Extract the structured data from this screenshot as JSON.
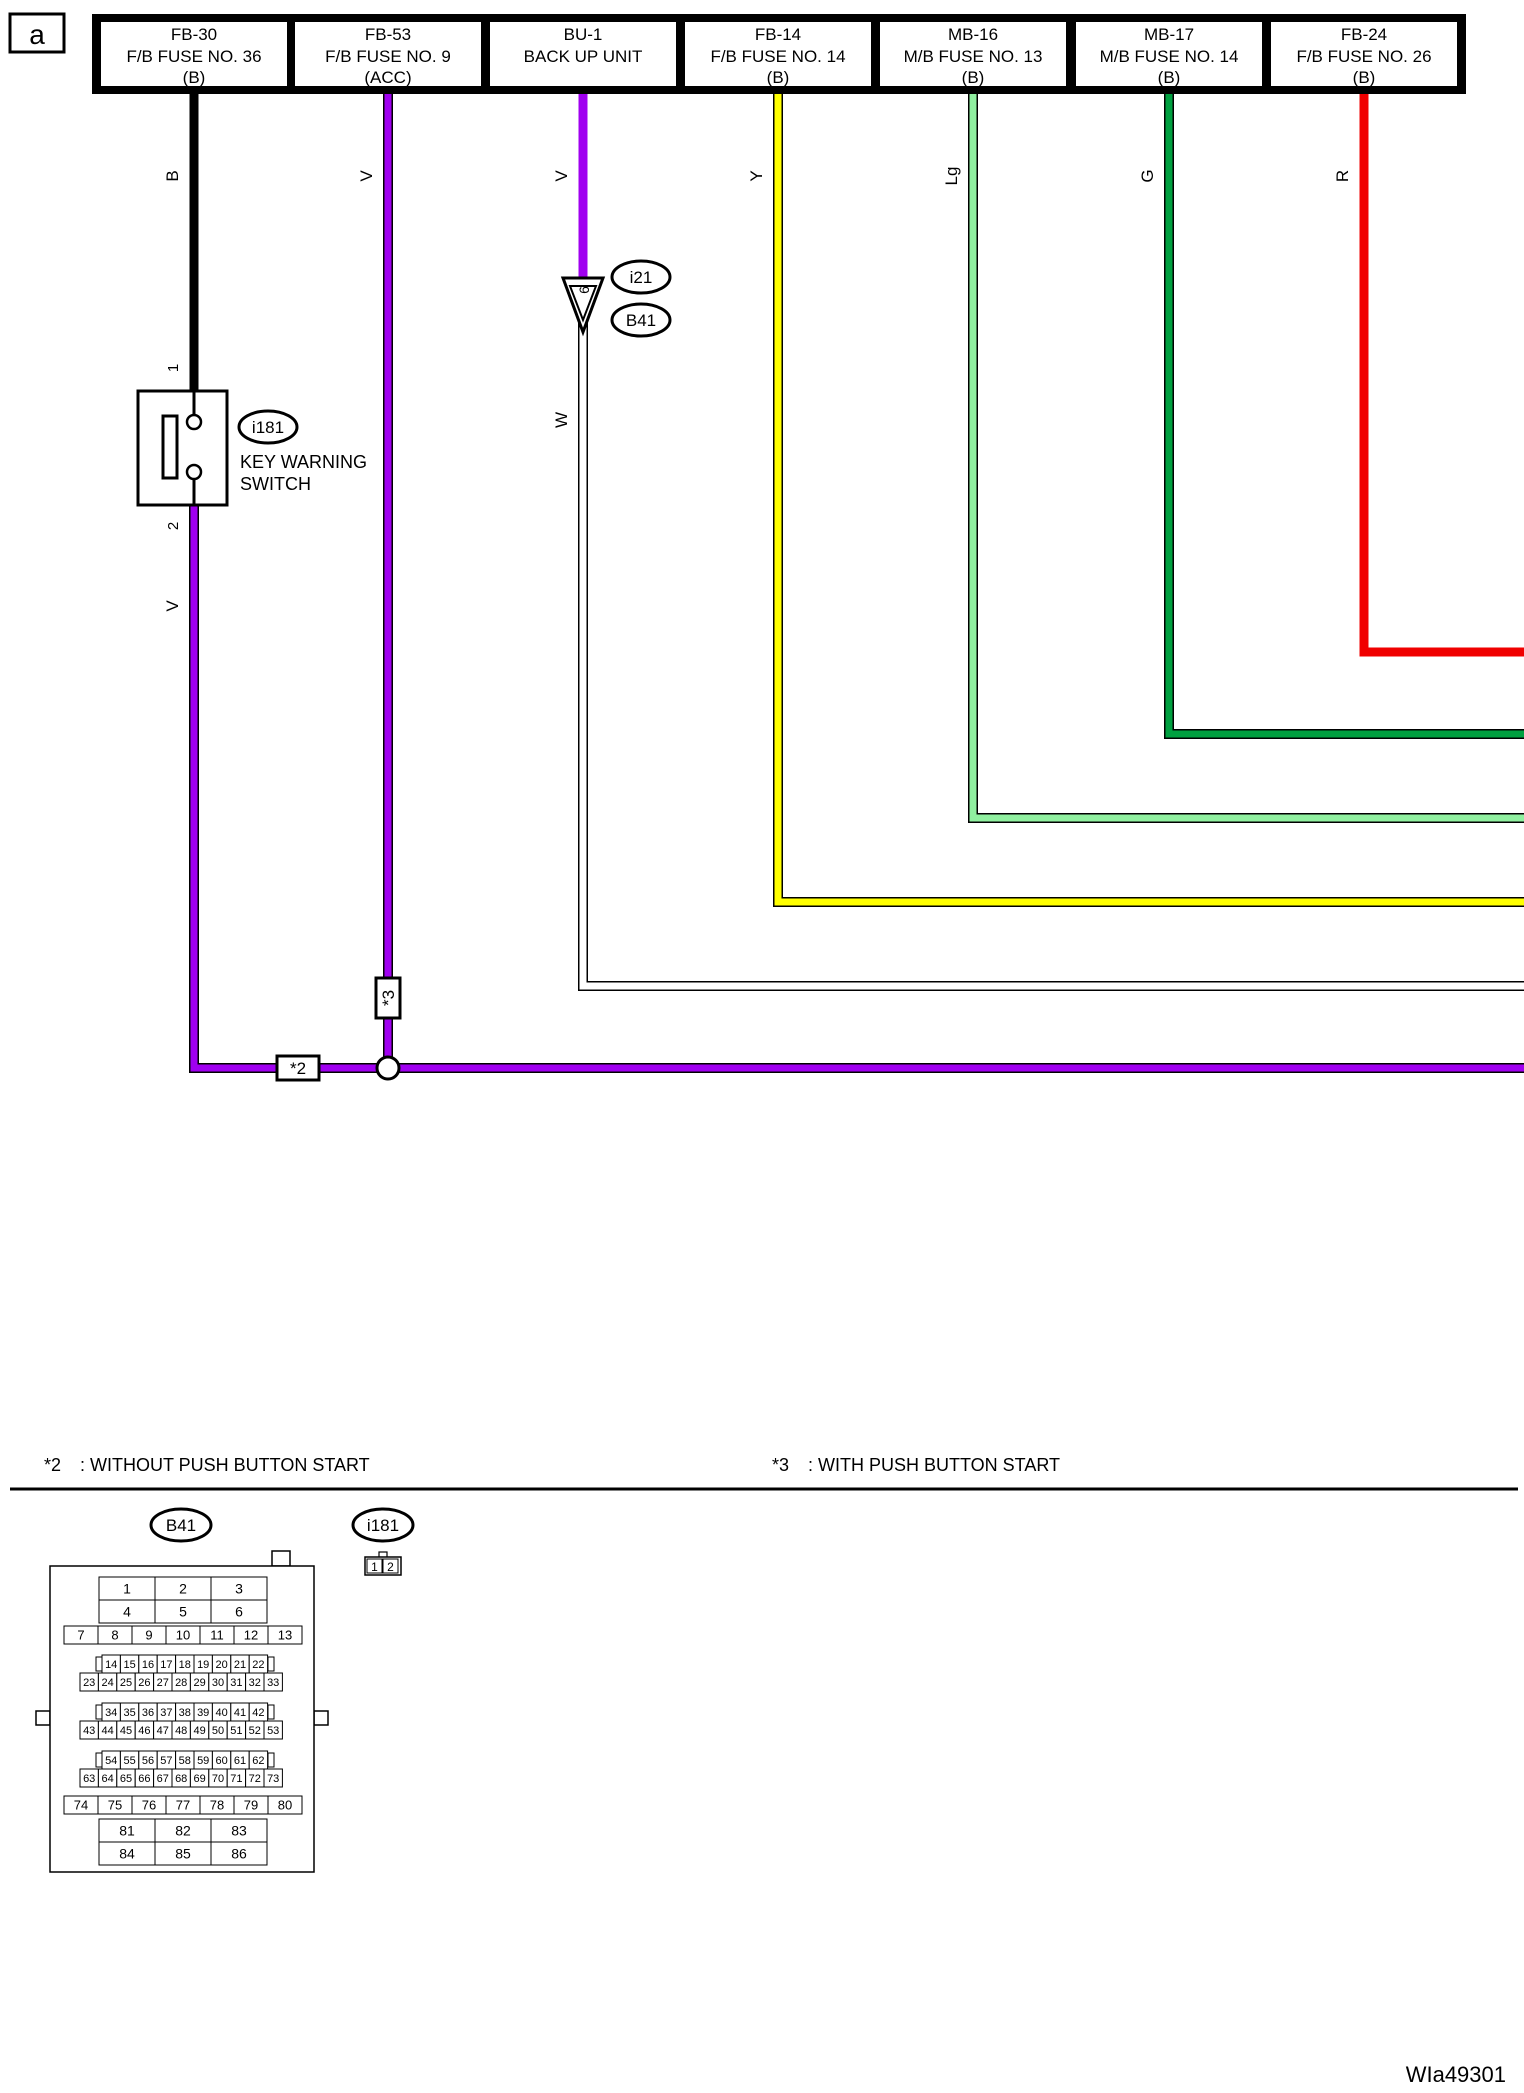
{
  "page_tag": "a",
  "fuses": [
    {
      "code": "FB-30",
      "name": "F/B FUSE NO. 36",
      "type": "(B)"
    },
    {
      "code": "FB-53",
      "name": "F/B FUSE NO. 9",
      "type": "(ACC)"
    },
    {
      "code": "BU-1",
      "name": "BACK UP UNIT",
      "type": ""
    },
    {
      "code": "FB-14",
      "name": "F/B FUSE NO. 14",
      "type": "(B)"
    },
    {
      "code": "MB-16",
      "name": "M/B FUSE NO. 13",
      "type": "(B)"
    },
    {
      "code": "MB-17",
      "name": "M/B FUSE NO. 14",
      "type": "(B)"
    },
    {
      "code": "FB-24",
      "name": "F/B FUSE NO. 26",
      "type": "(B)"
    }
  ],
  "wires": {
    "b": "B",
    "v1": "V",
    "v2": "V",
    "y": "Y",
    "lg": "Lg",
    "g": "G",
    "r": "R",
    "w": "W",
    "v_switch": "V"
  },
  "colors": {
    "black": "#000000",
    "violet": "#a000f0",
    "yellow": "#ffff00",
    "light_green": "#90f0a0",
    "green": "#00a040",
    "red": "#f00000",
    "white": "#ffffff"
  },
  "connector_joint": {
    "pin": "6",
    "refs": [
      "i21",
      "B41"
    ]
  },
  "key_warning_switch": {
    "ref": "i181",
    "name_line1": "KEY WARNING",
    "name_line2": "SWITCH",
    "pin_top": "1",
    "pin_bottom": "2"
  },
  "options": {
    "star2_tag": "*2",
    "star3_tag": "*3",
    "note2_code": "*2",
    "note2_text": ": WITHOUT PUSH BUTTON START",
    "note3_code": "*3",
    "note3_text": ": WITH PUSH BUTTON START"
  },
  "connectors": {
    "b41": {
      "ref": "B41",
      "row1": [
        "1",
        "2",
        "3"
      ],
      "row2": [
        "4",
        "5",
        "6"
      ],
      "row3": [
        "7",
        "8",
        "9",
        "10",
        "11",
        "12",
        "13"
      ],
      "grid_a_top": [
        "14",
        "15",
        "16",
        "17",
        "18",
        "19",
        "20",
        "21",
        "22"
      ],
      "grid_a_bottom": [
        "23",
        "24",
        "25",
        "26",
        "27",
        "28",
        "29",
        "30",
        "31",
        "32",
        "33"
      ],
      "grid_b_top": [
        "34",
        "35",
        "36",
        "37",
        "38",
        "39",
        "40",
        "41",
        "42"
      ],
      "grid_b_bottom": [
        "43",
        "44",
        "45",
        "46",
        "47",
        "48",
        "49",
        "50",
        "51",
        "52",
        "53"
      ],
      "grid_c_top": [
        "54",
        "55",
        "56",
        "57",
        "58",
        "59",
        "60",
        "61",
        "62"
      ],
      "grid_c_bottom": [
        "63",
        "64",
        "65",
        "66",
        "67",
        "68",
        "69",
        "70",
        "71",
        "72",
        "73"
      ],
      "row4": [
        "74",
        "75",
        "76",
        "77",
        "78",
        "79",
        "80"
      ],
      "row5": [
        "81",
        "82",
        "83"
      ],
      "row6": [
        "84",
        "85",
        "86"
      ]
    },
    "i181": {
      "ref": "i181",
      "pins": [
        "1",
        "2"
      ]
    }
  },
  "figure_id": "WIa49301"
}
